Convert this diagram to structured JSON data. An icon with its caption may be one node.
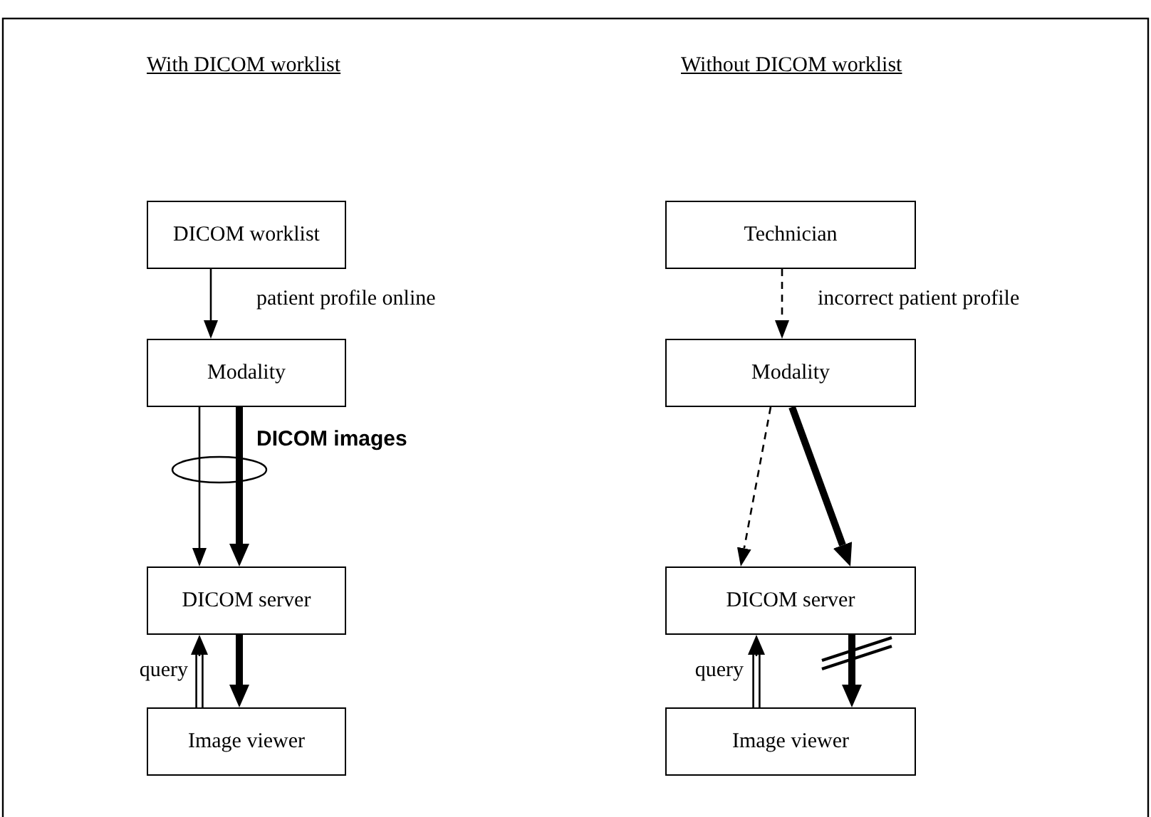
{
  "diagram": {
    "nodes": [
      {
        "text": [
          "DICOM worklist"
        ]
      },
      {
        "text": [
          "Modality"
        ]
      },
      {
        "text": [
          "DICOM server"
        ]
      },
      {
        "text": [
          "Image viewer"
        ]
      },
      {
        "text": [
          "Technician"
        ]
      },
      {
        "text": [
          "Modality"
        ]
      },
      {
        "text": [
          "DICOM server"
        ]
      },
      {
        "text": [
          "Image viewer"
        ]
      }
    ],
    "edges": [
      {
        "from": 0,
        "to": 1,
        "arrow": "to",
        "label": "patient profile online"
      },
      {
        "from": 1,
        "to": 2,
        "arrow": "to"
      },
      {
        "from": 1,
        "to": 2,
        "arrow": "to",
        "style": "thick",
        "label": "DICOM images"
      },
      {
        "from": 3,
        "to": 2,
        "arrow": "to",
        "label": "query"
      },
      {
        "from": 2,
        "to": 3,
        "arrow": "to",
        "style": "thick"
      },
      {
        "from": 4,
        "to": 5,
        "arrow": "to",
        "style": "dashed",
        "label": "incorrect patient profile"
      },
      {
        "from": 5,
        "to": 6,
        "arrow": "to",
        "style": "dashed"
      },
      {
        "from": 5,
        "to": 6,
        "arrow": "to",
        "style": "thick"
      },
      {
        "from": 7,
        "to": 6,
        "arrow": "to",
        "label": "query"
      },
      {
        "from": 6,
        "to": 7,
        "arrow": "to",
        "style": "thick"
      }
    ],
    "labels": [
      "With DICOM worklist",
      "Without DICOM worklist"
    ]
  }
}
